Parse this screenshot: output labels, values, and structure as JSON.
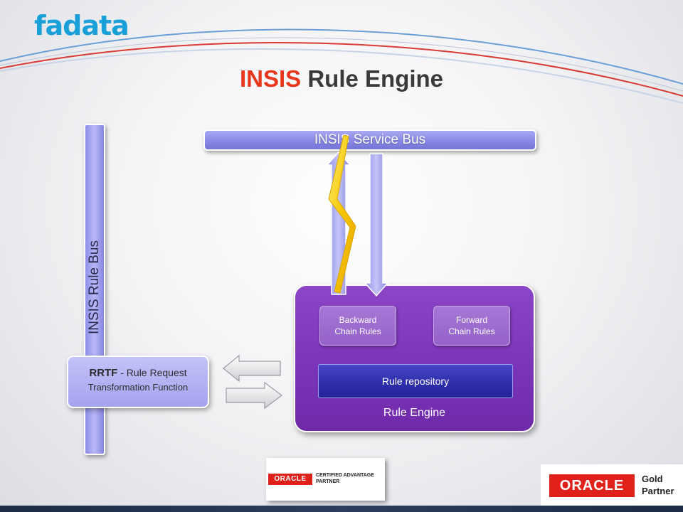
{
  "brand": {
    "logo_text": "fadata"
  },
  "title": {
    "accent": "INSIS",
    "rest": " Rule Engine"
  },
  "diagram": {
    "rule_bus_label": "INSIS Rule Bus",
    "service_bus_label": "INSIS Service Bus",
    "rrtf": {
      "title_bold": "RRTF",
      "title_rest": " - Rule Request",
      "subtitle": "Transformation Function"
    },
    "engine": {
      "backward": [
        "Backward",
        "Chain Rules"
      ],
      "forward": [
        "Forward",
        "Chain Rules"
      ],
      "repository": "Rule repository",
      "label": "Rule Engine"
    }
  },
  "partners": {
    "certified": {
      "brand": "ORACLE",
      "line1": "CERTIFIED ADVANTAGE",
      "line2": "PARTNER"
    },
    "gold": {
      "brand": "ORACLE",
      "line1": "Gold",
      "line2": "Partner"
    }
  },
  "colors": {
    "title_accent": "#e8361c",
    "logo": "#1aa0d8",
    "bus": "#8f8ee8",
    "engine": "#7a33b8",
    "repository": "#2f2fab",
    "lightning": "#f5c400",
    "oracle_red": "#e0201b"
  }
}
